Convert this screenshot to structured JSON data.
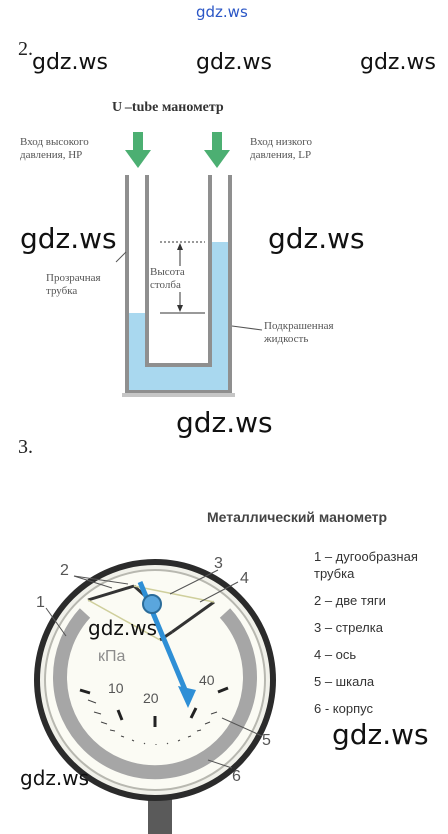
{
  "watermark": {
    "site": "gdz.ws"
  },
  "question2": {
    "number": "2.",
    "utube": {
      "title": "U –tube манометр",
      "high_inlet": "Вход высокого давления, HP",
      "low_inlet": "Вход низкого давления, LP",
      "column_height": "Высота столба",
      "transparent_tube": "Прозрачная трубка",
      "colored_liquid": "Подкрашенная жидкость"
    }
  },
  "question3": {
    "number": "3.",
    "gauge": {
      "title": "Металлический манометр",
      "unit": "кПа",
      "scale_labels": [
        "10",
        "20",
        "40"
      ],
      "callouts": [
        "1",
        "2",
        "3",
        "4",
        "5",
        "6"
      ],
      "legend": [
        {
          "num": "1",
          "text": "1 – дугообразная трубка"
        },
        {
          "num": "2",
          "text": "2 – две тяги"
        },
        {
          "num": "3",
          "text": "3 – стрелка"
        },
        {
          "num": "4",
          "text": "4 – ось"
        },
        {
          "num": "5",
          "text": "5 – шкала"
        },
        {
          "num": "6",
          "text": "6 - корпус"
        }
      ]
    }
  },
  "colors": {
    "arrow_green": "#4caf72",
    "liquid_blue": "#a9d8ef",
    "needle_blue": "#2e8fd6",
    "tube_gray": "#a9a9a9",
    "watermark_blue": "#2a56c6"
  }
}
